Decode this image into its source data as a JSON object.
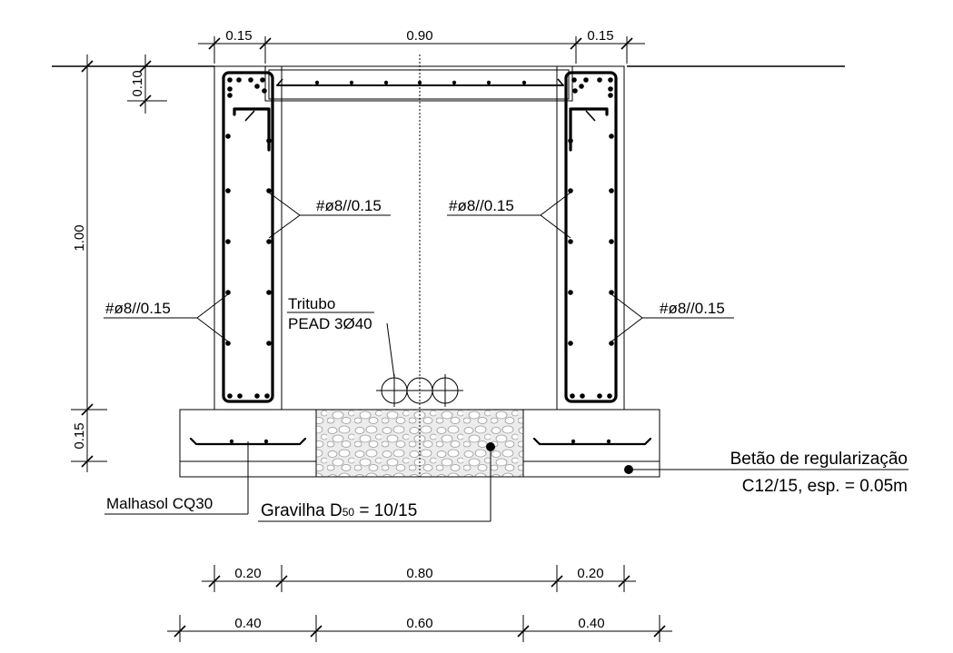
{
  "dimensions": {
    "top_left_wall": "0.15",
    "top_center": "0.90",
    "top_right_wall": "0.15",
    "cover_slab": "0.10",
    "wall_height": "1.00",
    "base_thickness": "0.15",
    "bottom1_left": "0.20",
    "bottom1_center": "0.80",
    "bottom1_right": "0.20",
    "bottom2_left": "0.40",
    "bottom2_center": "0.60",
    "bottom2_right": "0.40"
  },
  "labels": {
    "rebar_inner_left": "#ø8//0.15",
    "rebar_inner_right": "#ø8//0.15",
    "rebar_outer_left": "#ø8//0.15",
    "rebar_outer_right": "#ø8//0.15",
    "tritubo_line1": "Tritubo",
    "tritubo_line2": "PEAD 3Ø40",
    "malhasol": "Malhasol CQ30",
    "gravilha_main": "Gravilha D",
    "gravilha_sub": "50",
    "gravilha_value": " = 10/15",
    "betao_line1": "Betão de regularização",
    "betao_line2": "C12/15, esp. = 0.05m"
  }
}
